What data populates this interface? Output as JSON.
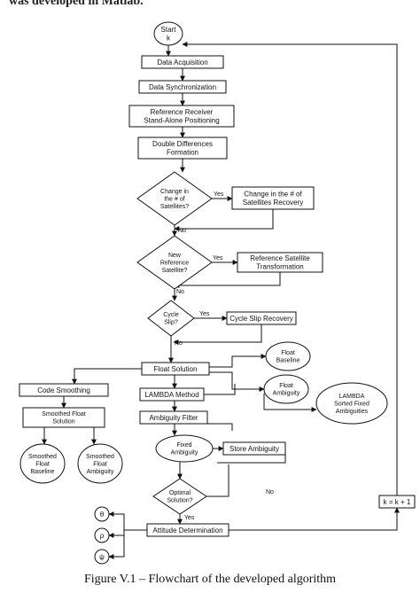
{
  "header_fragment": "was developed in Matlab.",
  "caption": "Figure V.1 – Flowchart of the developed algorithm",
  "nodes": {
    "start": [
      "Start",
      "k"
    ],
    "data_acquisition": [
      "Data Acquisition"
    ],
    "data_sync": [
      "Data Synchronization"
    ],
    "ref_receiver": [
      "Reference Receiver",
      "Stand-Alone Positioning"
    ],
    "double_diff": [
      "Double Differences",
      "Formation"
    ],
    "change_sats": [
      "Change in",
      "the # of",
      "Satellites?"
    ],
    "change_recovery": [
      "Change in the # of",
      "Satellites Recovery"
    ],
    "new_ref_sat": [
      "New",
      "Reference",
      "Satellite?"
    ],
    "ref_sat_transform": [
      "Reference Satellite",
      "Transformation"
    ],
    "cycle_slip": [
      "Cycle",
      "Slip?"
    ],
    "cycle_slip_recovery": [
      "Cycle Slip Recovery"
    ],
    "float_solution": [
      "Float Solution"
    ],
    "float_baseline": [
      "Float",
      "Baseline"
    ],
    "float_ambiguity": [
      "Float",
      "Ambiguity"
    ],
    "lambda_sorted": [
      "LAMBDA",
      "Sorted Fixed",
      "Ambiguities"
    ],
    "code_smoothing": [
      "Code Smoothing"
    ],
    "smoothed_float_solution": [
      "Smoothed Float",
      "Solution"
    ],
    "smoothed_float_baseline": [
      "Smoothed",
      "Float",
      "Baseline"
    ],
    "smoothed_float_ambiguity": [
      "Smoothed",
      "Float",
      "Ambiguity"
    ],
    "lambda_method": [
      "LAMBDA Method"
    ],
    "ambiguity_filter": [
      "Ambiguity Filter"
    ],
    "fixed_ambiguity": [
      "Fixed",
      "Ambiguity"
    ],
    "store_ambiguity": [
      "Store Ambiguity"
    ],
    "optimal_solution": [
      "Optimal",
      "Solution?"
    ],
    "attitude_determination": [
      "Attitude Determination"
    ],
    "k_increment": [
      "k = k + 1"
    ],
    "theta": [
      "θ"
    ],
    "rho": [
      "ρ"
    ],
    "psi": [
      "ψ"
    ]
  },
  "edge_labels": {
    "change_yes": "Yes",
    "change_no": "No",
    "newref_yes": "Yes",
    "newref_no": "No",
    "cycle_yes": "Yes",
    "cycle_no": "No",
    "optimal_no": "No",
    "optimal_yes": "Yes"
  }
}
